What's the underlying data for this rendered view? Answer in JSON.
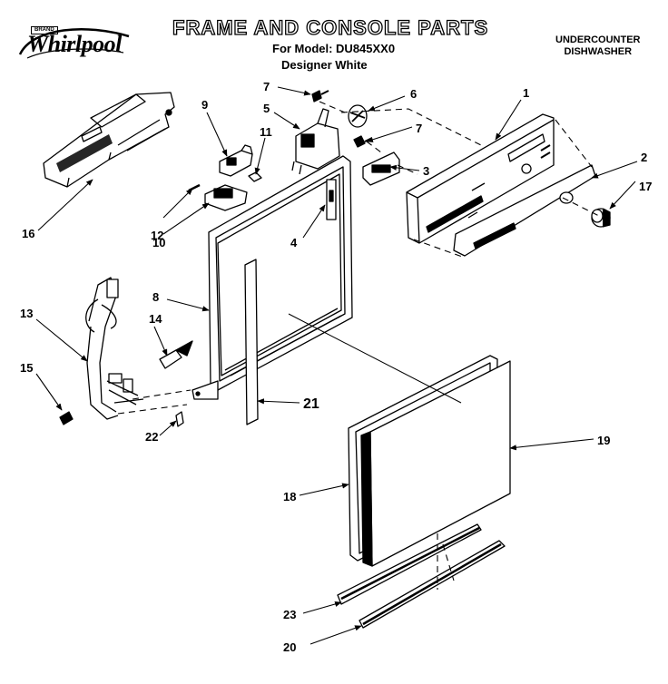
{
  "header": {
    "title": "FRAME AND CONSOLE PARTS",
    "model_line": "For Model: DU845XX0",
    "color_line": "Designer White",
    "product_type_line1": "UNDERCOUNTER",
    "product_type_line2": "DISHWASHER"
  },
  "brand": {
    "name": "Whirlpool",
    "tag": "BRAND"
  },
  "callouts": {
    "c1": "1",
    "c2": "2",
    "c3": "3",
    "c4": "4",
    "c5": "5",
    "c6": "6",
    "c7a": "7",
    "c7b": "7",
    "c8": "8",
    "c9": "9",
    "c10": "10",
    "c11": "11",
    "c12": "12",
    "c13": "13",
    "c14": "14",
    "c15": "15",
    "c16": "16",
    "c17": "17",
    "c18": "18",
    "c19": "19",
    "c20": "20",
    "c21": "21",
    "c22": "22",
    "c23": "23"
  }
}
